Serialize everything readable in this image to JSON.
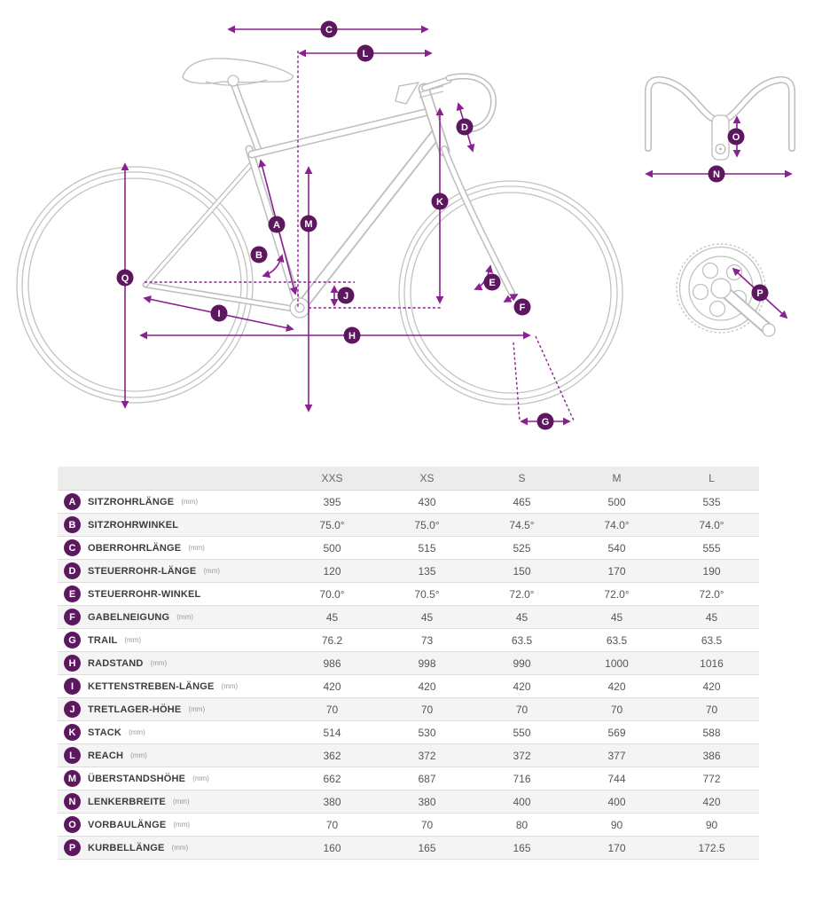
{
  "accent_color": "#5c175f",
  "arrow_color": "#8a2190",
  "outline_color": "#bdbdbd",
  "diagram": {
    "letters": [
      "A",
      "B",
      "C",
      "D",
      "E",
      "F",
      "G",
      "H",
      "I",
      "J",
      "K",
      "L",
      "M",
      "N",
      "O",
      "P",
      "Q"
    ]
  },
  "table": {
    "columns": [
      "XXS",
      "XS",
      "S",
      "M",
      "L"
    ],
    "rows": [
      {
        "letter": "A",
        "label": "SITZROHRLÄNGE",
        "unit": "(mm)",
        "values": [
          "395",
          "430",
          "465",
          "500",
          "535"
        ]
      },
      {
        "letter": "B",
        "label": "SITZROHRWINKEL",
        "unit": "",
        "values": [
          "75.0°",
          "75.0°",
          "74.5°",
          "74.0°",
          "74.0°"
        ]
      },
      {
        "letter": "C",
        "label": "OBERROHRLÄNGE",
        "unit": "(mm)",
        "values": [
          "500",
          "515",
          "525",
          "540",
          "555"
        ]
      },
      {
        "letter": "D",
        "label": "STEUERROHR-LÄNGE",
        "unit": "(mm)",
        "values": [
          "120",
          "135",
          "150",
          "170",
          "190"
        ]
      },
      {
        "letter": "E",
        "label": "STEUERROHR-WINKEL",
        "unit": "",
        "values": [
          "70.0°",
          "70.5°",
          "72.0°",
          "72.0°",
          "72.0°"
        ]
      },
      {
        "letter": "F",
        "label": "GABELNEIGUNG",
        "unit": "(mm)",
        "values": [
          "45",
          "45",
          "45",
          "45",
          "45"
        ]
      },
      {
        "letter": "G",
        "label": "TRAIL",
        "unit": "(mm)",
        "values": [
          "76.2",
          "73",
          "63.5",
          "63.5",
          "63.5"
        ]
      },
      {
        "letter": "H",
        "label": "RADSTAND",
        "unit": "(mm)",
        "values": [
          "986",
          "998",
          "990",
          "1000",
          "1016"
        ]
      },
      {
        "letter": "I",
        "label": "KETTENSTREBEN-LÄNGE",
        "unit": "(mm)",
        "values": [
          "420",
          "420",
          "420",
          "420",
          "420"
        ]
      },
      {
        "letter": "J",
        "label": "TRETLAGER-HÖHE",
        "unit": "(mm)",
        "values": [
          "70",
          "70",
          "70",
          "70",
          "70"
        ]
      },
      {
        "letter": "K",
        "label": "STACK",
        "unit": "(mm)",
        "values": [
          "514",
          "530",
          "550",
          "569",
          "588"
        ]
      },
      {
        "letter": "L",
        "label": "REACH",
        "unit": "(mm)",
        "values": [
          "362",
          "372",
          "372",
          "377",
          "386"
        ]
      },
      {
        "letter": "M",
        "label": "ÜBERSTANDSHÖHE",
        "unit": "(mm)",
        "values": [
          "662",
          "687",
          "716",
          "744",
          "772"
        ]
      },
      {
        "letter": "N",
        "label": "LENKERBREITE",
        "unit": "(mm)",
        "values": [
          "380",
          "380",
          "400",
          "400",
          "420"
        ]
      },
      {
        "letter": "O",
        "label": "VORBAULÄNGE",
        "unit": "(mm)",
        "values": [
          "70",
          "70",
          "80",
          "90",
          "90"
        ]
      },
      {
        "letter": "P",
        "label": "KURBELLÄNGE",
        "unit": "(mm)",
        "values": [
          "160",
          "165",
          "165",
          "170",
          "172.5"
        ]
      }
    ]
  }
}
